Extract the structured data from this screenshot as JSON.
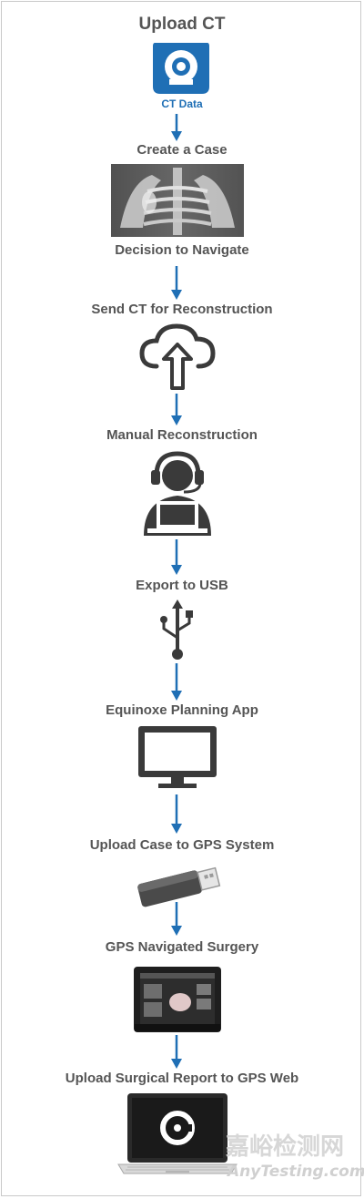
{
  "steps": [
    {
      "label": "Upload CT"
    },
    {
      "label": "Create a Case"
    },
    {
      "label": "Decision to Navigate"
    },
    {
      "label": "Send CT for Reconstruction"
    },
    {
      "label": "Manual Reconstruction"
    },
    {
      "label": "Export to USB"
    },
    {
      "label": "Equinoxe Planning App"
    },
    {
      "label": "Upload Case to GPS System"
    },
    {
      "label": "GPS Navigated Surgery"
    },
    {
      "label": "Upload Surgical Report to GPS Web"
    }
  ],
  "ct_badge": "CT Data",
  "watermark": {
    "cn": "嘉峪检测网",
    "en": "AnyTesting.com"
  },
  "colors": {
    "text": "#555555",
    "accent": "#1f6fb5",
    "icon": "#3a3a3a"
  }
}
